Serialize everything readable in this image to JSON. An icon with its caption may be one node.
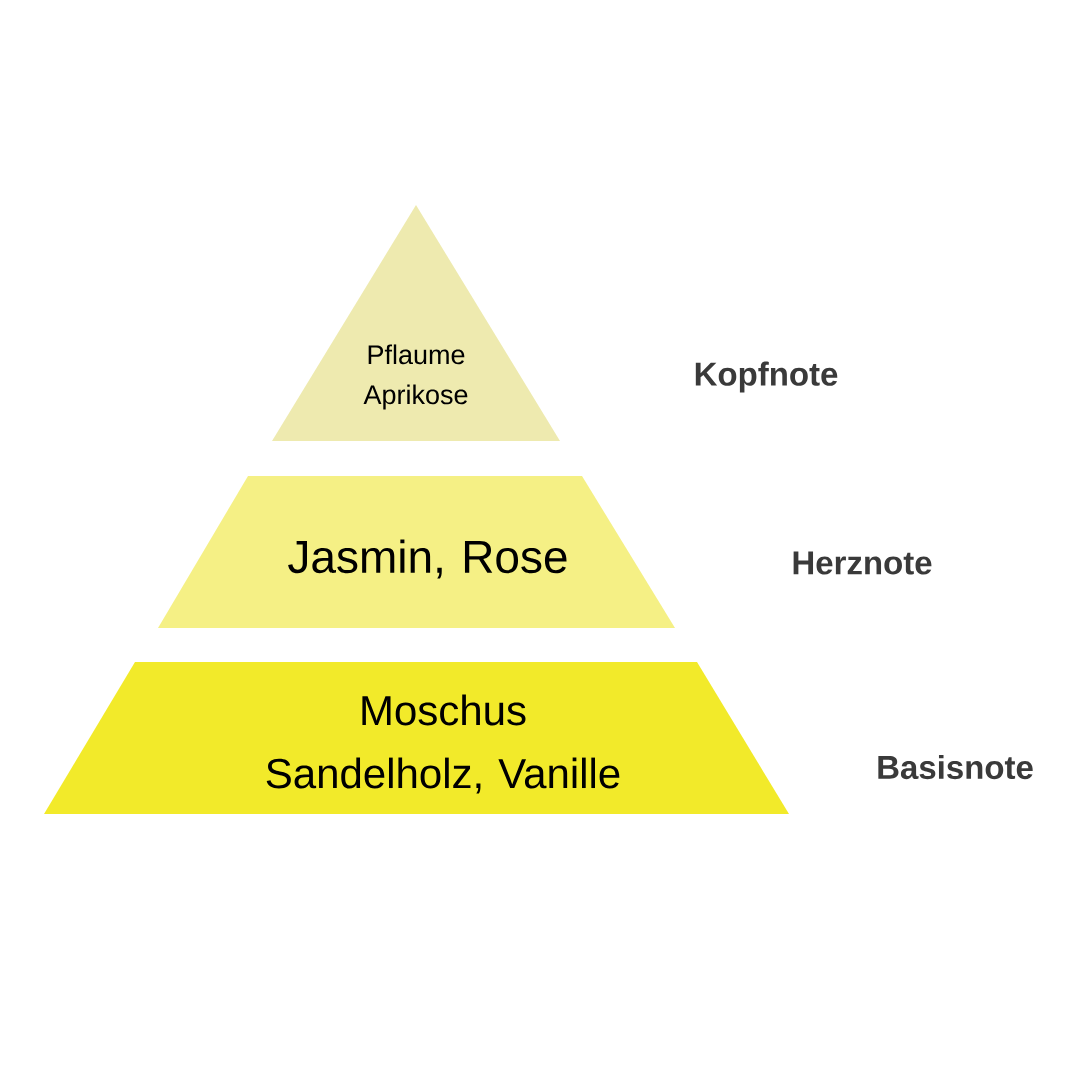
{
  "diagram": {
    "nodes": [
      {
        "text": [
          "Pflaume Aprikose"
        ]
      },
      {
        "text": [
          "Jasmin, Rose"
        ]
      },
      {
        "text": [
          "Moschus Sandelholz, Vanille"
        ]
      }
    ],
    "labels": [
      "Kopfnote",
      "Herznote",
      "Basisnote"
    ]
  }
}
